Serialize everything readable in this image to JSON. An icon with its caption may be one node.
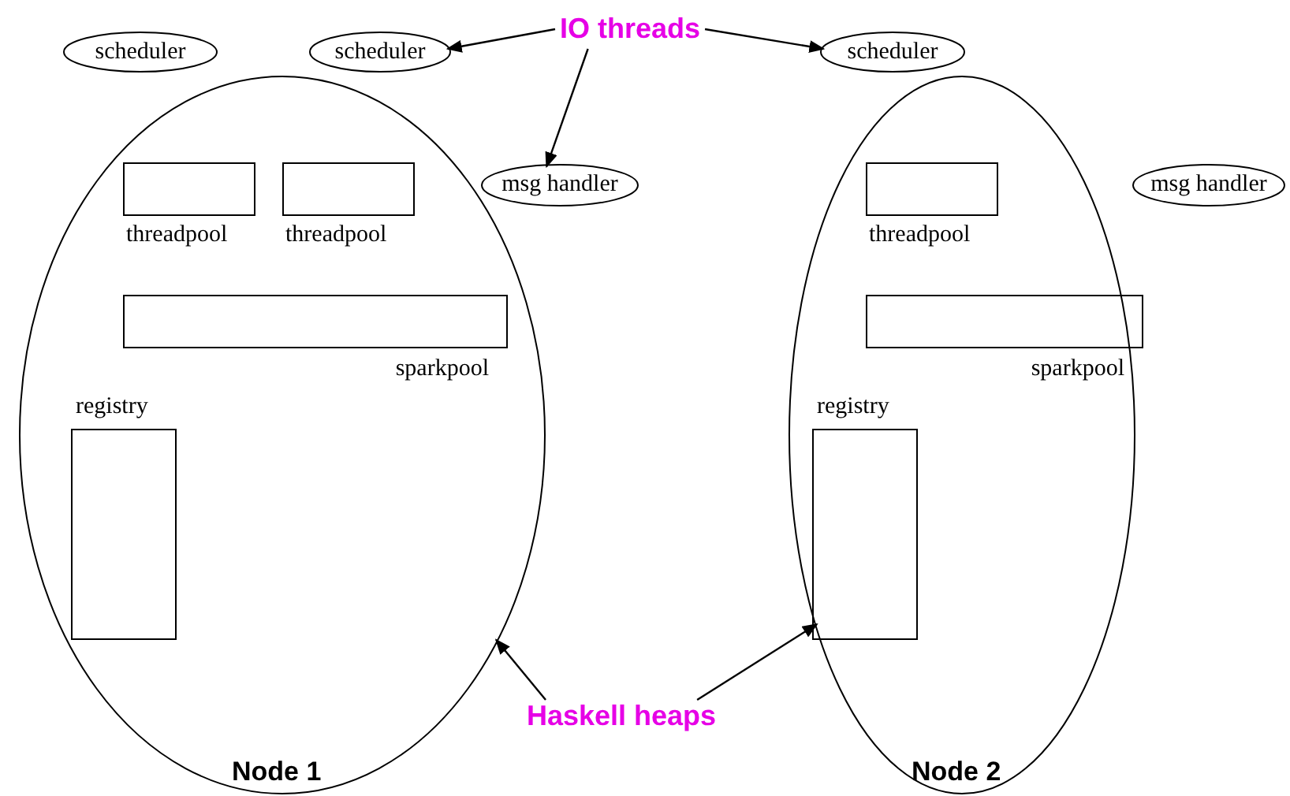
{
  "diagram": {
    "nodes": [
      {
        "text": [
          "scheduler"
        ]
      },
      {
        "text": [
          "scheduler"
        ]
      },
      {
        "text": [
          "IO threads"
        ]
      },
      {
        "text": [
          "scheduler"
        ]
      },
      {
        "text": [
          "Node 1"
        ]
      },
      {
        "text": [
          "threadpool"
        ],
        "in": 4
      },
      {
        "text": [
          "threadpool"
        ],
        "in": 4
      },
      {
        "text": [
          "msg handler"
        ]
      },
      {
        "text": [
          "sparkpool"
        ],
        "in": 4
      },
      {
        "text": [
          "registry"
        ],
        "in": 4
      },
      {
        "text": [
          "Node 2"
        ]
      },
      {
        "text": [
          "threadpool"
        ],
        "in": 10
      },
      {
        "text": [
          "msg handler"
        ]
      },
      {
        "text": [
          "sparkpool"
        ],
        "in": 10
      },
      {
        "text": [
          "registry"
        ],
        "in": 10
      },
      {
        "text": [
          "Haskell heaps"
        ]
      }
    ],
    "edges": [
      {
        "from": 2,
        "to": 1,
        "arrow": "to"
      },
      {
        "from": 2,
        "to": 3,
        "arrow": "to"
      },
      {
        "from": 2,
        "to": 7,
        "arrow": "to"
      },
      {
        "from": 15,
        "to": 4,
        "arrow": "to"
      },
      {
        "from": 15,
        "to": 10,
        "arrow": "to"
      }
    ]
  }
}
